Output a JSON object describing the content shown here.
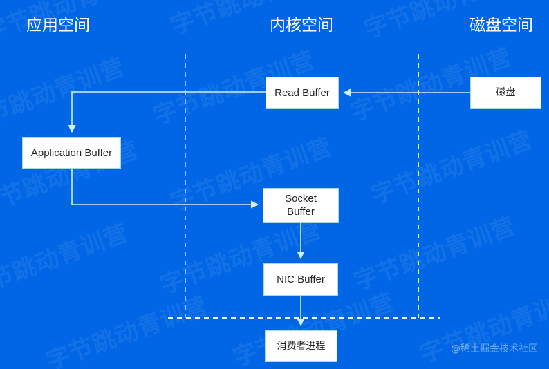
{
  "diagram": {
    "title": "Traditional IO copy path across application, kernel and disk space",
    "background_color": "#0066e6",
    "node_fill": "#ffffff",
    "node_border_color": "#a9d8e0",
    "edge_color": "#cfeef5",
    "divider_color": "#9fd4f0",
    "zones": [
      {
        "id": "zone-app",
        "label": "应用空间"
      },
      {
        "id": "zone-kernel",
        "label": "内核空间"
      },
      {
        "id": "zone-disk",
        "label": "磁盘空间"
      }
    ],
    "nodes": [
      {
        "id": "read-buffer",
        "label": "Read Buffer",
        "lang": "en"
      },
      {
        "id": "disk",
        "label": "磁盘",
        "lang": "cjk"
      },
      {
        "id": "application-buffer",
        "label": "Application Buffer",
        "lang": "en"
      },
      {
        "id": "socket-buffer",
        "label": "Socket\nBuffer",
        "lang": "en"
      },
      {
        "id": "nic-buffer",
        "label": "NIC Buffer",
        "lang": "en"
      },
      {
        "id": "consumer-process",
        "label": "消费者进程",
        "lang": "cjk"
      }
    ],
    "edges": [
      {
        "id": "edge-disk-to-read-buffer",
        "from": "disk",
        "to": "read-buffer",
        "label": ""
      },
      {
        "id": "edge-read-buffer-to-app-buffer",
        "from": "read-buffer",
        "to": "application-buffer",
        "label": ""
      },
      {
        "id": "edge-app-buffer-to-socket-buffer",
        "from": "application-buffer",
        "to": "socket-buffer",
        "label": ""
      },
      {
        "id": "edge-socket-buffer-to-nic-buffer",
        "from": "socket-buffer",
        "to": "nic-buffer",
        "label": ""
      },
      {
        "id": "edge-nic-buffer-to-consumer",
        "from": "nic-buffer",
        "to": "consumer-process",
        "label": ""
      }
    ],
    "dividers": [
      {
        "id": "divider-app-kernel",
        "orientation": "vertical",
        "style": "dashed"
      },
      {
        "id": "divider-kernel-disk",
        "orientation": "vertical",
        "style": "dashed"
      },
      {
        "id": "divider-bottom",
        "orientation": "horizontal",
        "style": "dashed"
      }
    ]
  },
  "watermark": {
    "credit": "@稀土掘金技术社区",
    "tile_text": "字节跳动青训营"
  }
}
